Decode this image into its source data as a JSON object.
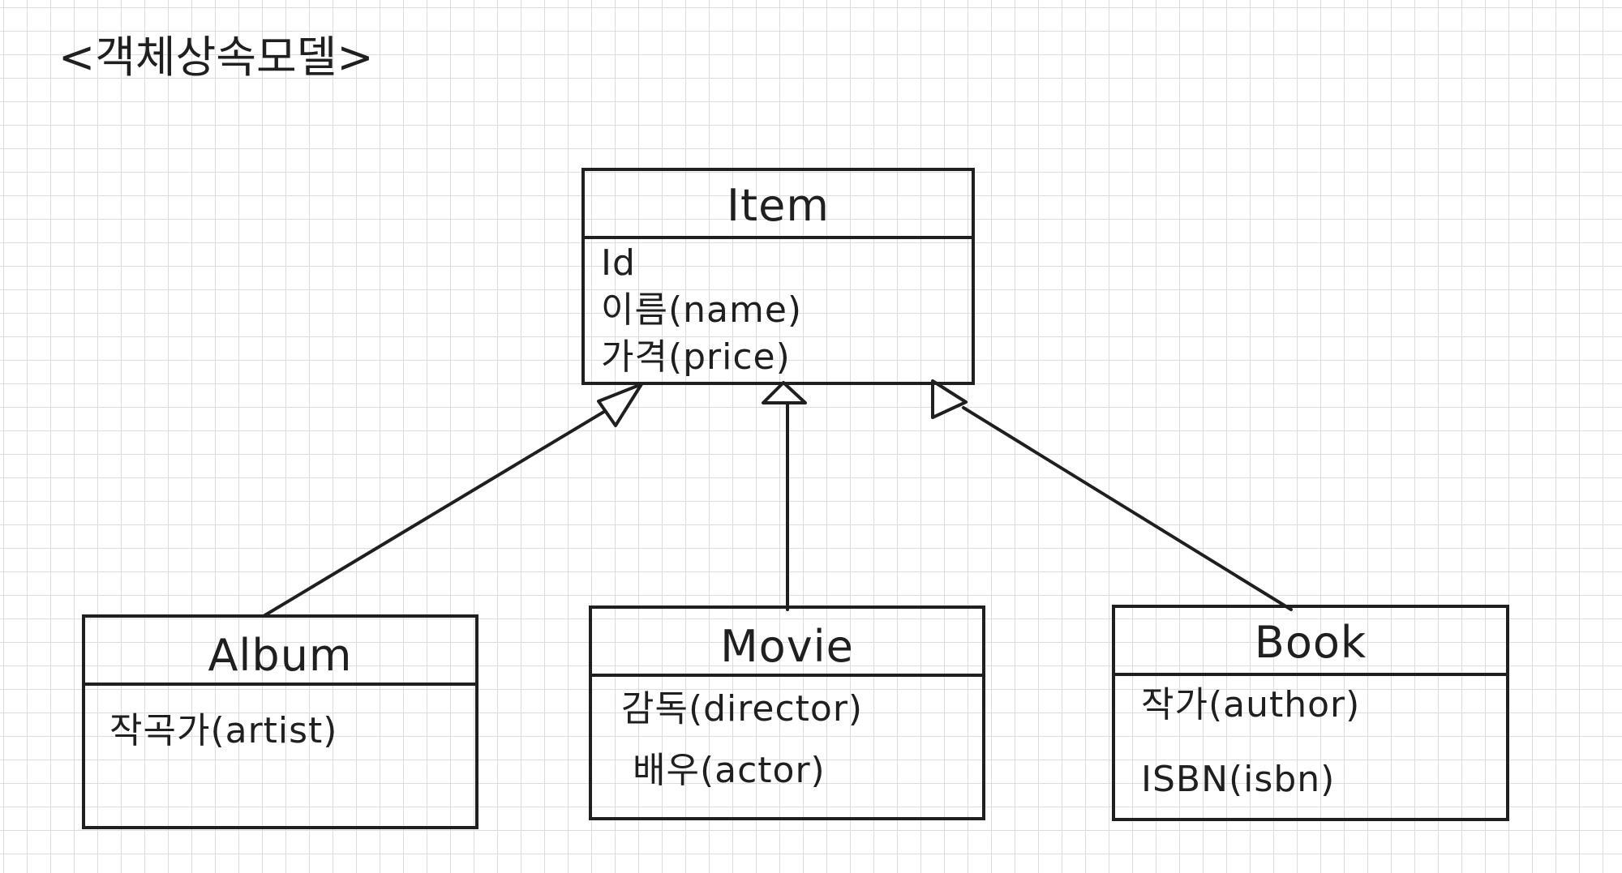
{
  "heading": "<객체상속모델>",
  "classes": {
    "item": {
      "name": "Item",
      "attributes": [
        "Id",
        "이름(name)",
        "가격(price)"
      ]
    },
    "album": {
      "name": "Album",
      "attributes": [
        "작곡가(artist)"
      ]
    },
    "movie": {
      "name": "Movie",
      "attributes": [
        "감독(director)",
        "배우(actor)"
      ]
    },
    "book": {
      "name": "Book",
      "attributes": [
        "작가(author)",
        "ISBN(isbn)"
      ]
    }
  },
  "relations": [
    {
      "type": "generalization",
      "from": "album",
      "to": "item"
    },
    {
      "type": "generalization",
      "from": "movie",
      "to": "item"
    },
    {
      "type": "generalization",
      "from": "book",
      "to": "item"
    }
  ],
  "colors": {
    "ink": "#1f1f1f",
    "grid": "#dcdcdc",
    "background": "#ffffff"
  }
}
